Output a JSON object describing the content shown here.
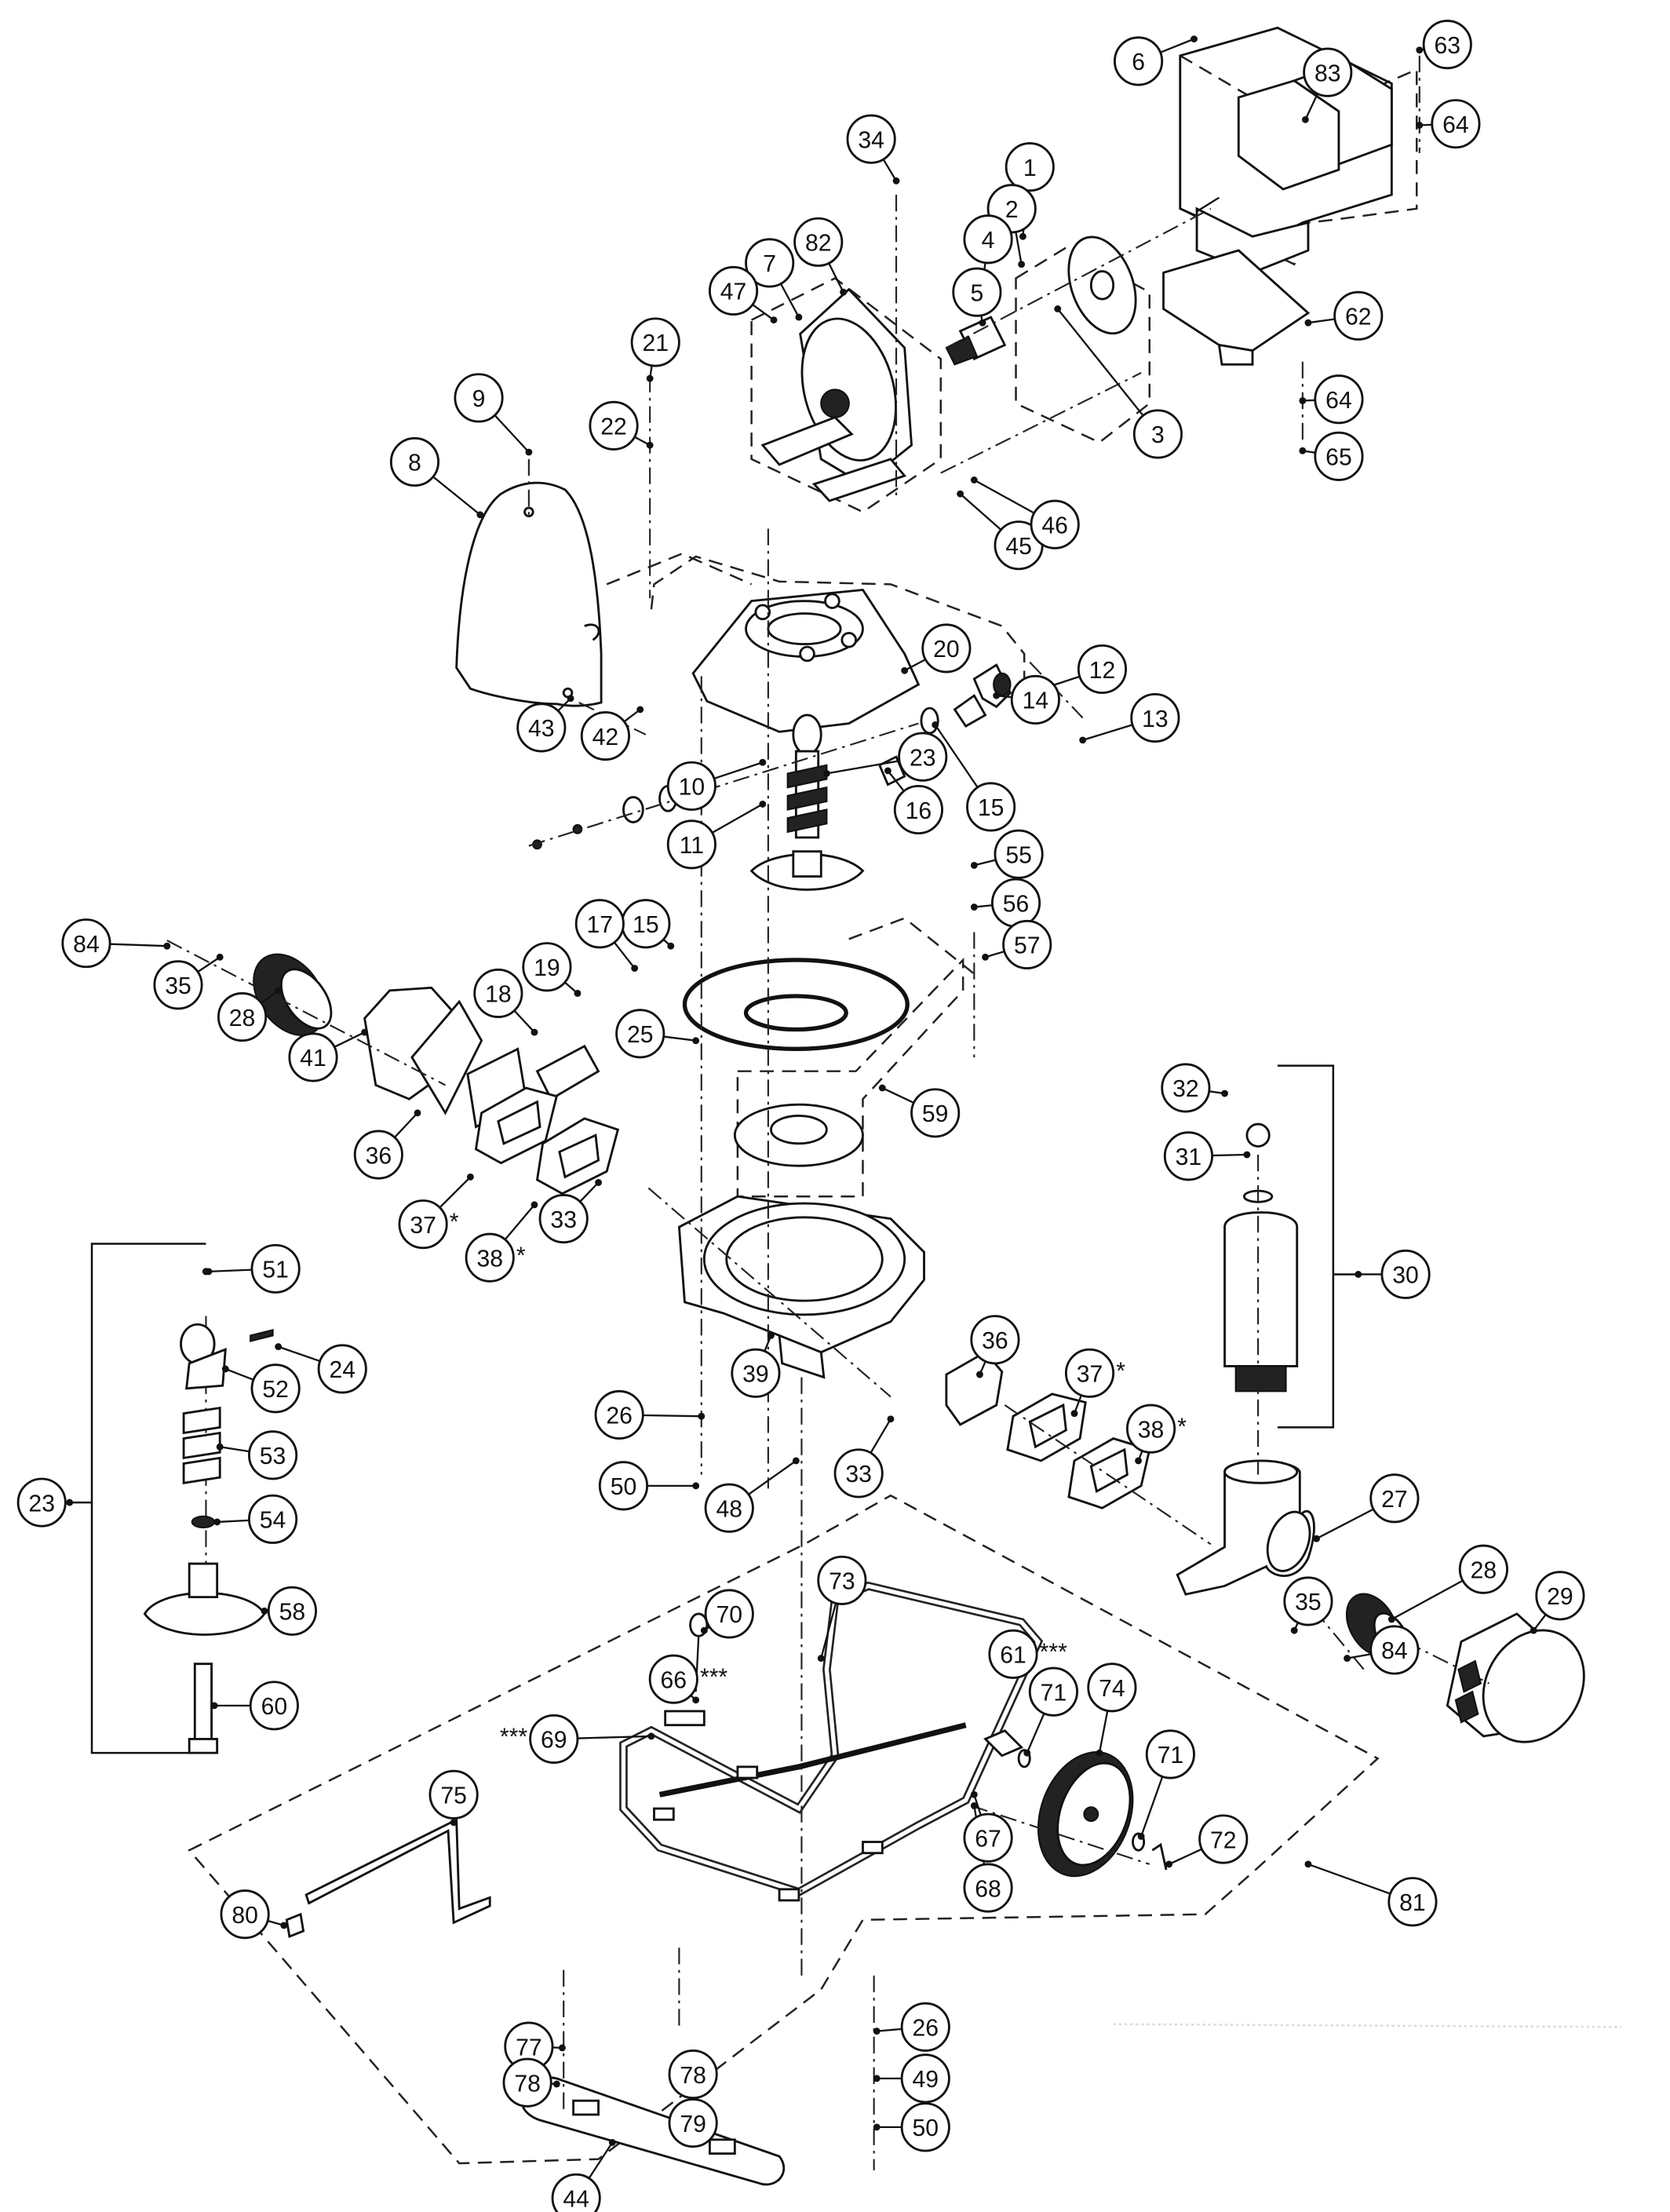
{
  "diagram": {
    "title": "Exploded parts view - diaphragm pump assembly",
    "callouts": [
      {
        "id": "1",
        "label": "1"
      },
      {
        "id": "2",
        "label": "2"
      },
      {
        "id": "3",
        "label": "3"
      },
      {
        "id": "4",
        "label": "4"
      },
      {
        "id": "5",
        "label": "5"
      },
      {
        "id": "6",
        "label": "6"
      },
      {
        "id": "7",
        "label": "7"
      },
      {
        "id": "8",
        "label": "8"
      },
      {
        "id": "9",
        "label": "9"
      },
      {
        "id": "10",
        "label": "10"
      },
      {
        "id": "11",
        "label": "11"
      },
      {
        "id": "12",
        "label": "12"
      },
      {
        "id": "13",
        "label": "13"
      },
      {
        "id": "14",
        "label": "14"
      },
      {
        "id": "15a",
        "label": "15"
      },
      {
        "id": "15b",
        "label": "15"
      },
      {
        "id": "16",
        "label": "16"
      },
      {
        "id": "17",
        "label": "17"
      },
      {
        "id": "18",
        "label": "18"
      },
      {
        "id": "19",
        "label": "19"
      },
      {
        "id": "20",
        "label": "20"
      },
      {
        "id": "21",
        "label": "21"
      },
      {
        "id": "22",
        "label": "22"
      },
      {
        "id": "23a",
        "label": "23"
      },
      {
        "id": "23b",
        "label": "23"
      },
      {
        "id": "24",
        "label": "24"
      },
      {
        "id": "25",
        "label": "25"
      },
      {
        "id": "26a",
        "label": "26"
      },
      {
        "id": "26b",
        "label": "26"
      },
      {
        "id": "27",
        "label": "27"
      },
      {
        "id": "28a",
        "label": "28"
      },
      {
        "id": "28b",
        "label": "28"
      },
      {
        "id": "29",
        "label": "29"
      },
      {
        "id": "30",
        "label": "30"
      },
      {
        "id": "31",
        "label": "31"
      },
      {
        "id": "32",
        "label": "32"
      },
      {
        "id": "33a",
        "label": "33"
      },
      {
        "id": "33b",
        "label": "33"
      },
      {
        "id": "34",
        "label": "34"
      },
      {
        "id": "35a",
        "label": "35"
      },
      {
        "id": "35b",
        "label": "35"
      },
      {
        "id": "36a",
        "label": "36"
      },
      {
        "id": "36b",
        "label": "36"
      },
      {
        "id": "37a",
        "label": "37",
        "note": "*"
      },
      {
        "id": "37b",
        "label": "37",
        "note": "*"
      },
      {
        "id": "38a",
        "label": "38",
        "note": "*"
      },
      {
        "id": "38b",
        "label": "38",
        "note": "*"
      },
      {
        "id": "39",
        "label": "39"
      },
      {
        "id": "41",
        "label": "41"
      },
      {
        "id": "42",
        "label": "42"
      },
      {
        "id": "43",
        "label": "43"
      },
      {
        "id": "44",
        "label": "44"
      },
      {
        "id": "45",
        "label": "45"
      },
      {
        "id": "46",
        "label": "46"
      },
      {
        "id": "47",
        "label": "47"
      },
      {
        "id": "48",
        "label": "48"
      },
      {
        "id": "49",
        "label": "49"
      },
      {
        "id": "50a",
        "label": "50"
      },
      {
        "id": "50b",
        "label": "50"
      },
      {
        "id": "51",
        "label": "51"
      },
      {
        "id": "52",
        "label": "52"
      },
      {
        "id": "53",
        "label": "53"
      },
      {
        "id": "54",
        "label": "54"
      },
      {
        "id": "55",
        "label": "55"
      },
      {
        "id": "56",
        "label": "56"
      },
      {
        "id": "57",
        "label": "57"
      },
      {
        "id": "58",
        "label": "58"
      },
      {
        "id": "59",
        "label": "59"
      },
      {
        "id": "60",
        "label": "60"
      },
      {
        "id": "61",
        "label": "61",
        "note": "***"
      },
      {
        "id": "62",
        "label": "62"
      },
      {
        "id": "63",
        "label": "63"
      },
      {
        "id": "64a",
        "label": "64"
      },
      {
        "id": "64b",
        "label": "64"
      },
      {
        "id": "65",
        "label": "65"
      },
      {
        "id": "66",
        "label": "66",
        "note": "***"
      },
      {
        "id": "67",
        "label": "67"
      },
      {
        "id": "68",
        "label": "68"
      },
      {
        "id": "69",
        "label": "69",
        "prenote": "***"
      },
      {
        "id": "70",
        "label": "70"
      },
      {
        "id": "71a",
        "label": "71"
      },
      {
        "id": "71b",
        "label": "71"
      },
      {
        "id": "72",
        "label": "72"
      },
      {
        "id": "73",
        "label": "73"
      },
      {
        "id": "74",
        "label": "74"
      },
      {
        "id": "75",
        "label": "75"
      },
      {
        "id": "77",
        "label": "77"
      },
      {
        "id": "78a",
        "label": "78"
      },
      {
        "id": "78b",
        "label": "78"
      },
      {
        "id": "79",
        "label": "79"
      },
      {
        "id": "80",
        "label": "80"
      },
      {
        "id": "81",
        "label": "81"
      },
      {
        "id": "82",
        "label": "82"
      },
      {
        "id": "83",
        "label": "83"
      },
      {
        "id": "84a",
        "label": "84"
      },
      {
        "id": "84b",
        "label": "84"
      }
    ],
    "notes": {
      "single": "*",
      "triple": "***"
    }
  }
}
